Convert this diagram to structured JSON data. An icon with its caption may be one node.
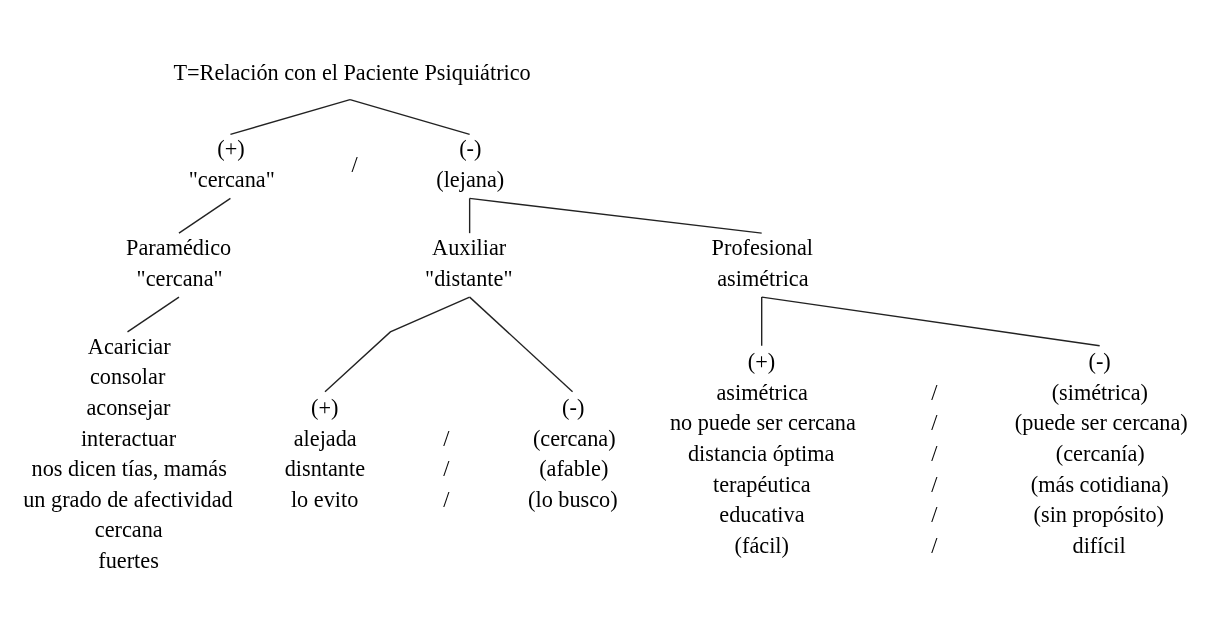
{
  "diagram": {
    "nodes": [
      {
        "text": [
          "T=Relación con el Paciente Psiquiátrico"
        ]
      },
      {
        "text": [
          "(+)",
          "\"cercana\""
        ]
      },
      {
        "text": [
          "Paramédico",
          "\"cercana\""
        ]
      },
      {
        "text": [
          "Acariciar",
          "consolar",
          "aconsejar",
          "interactuar",
          "nos dicen tías, mamás",
          "un grado de afectividad",
          "cercana",
          "fuertes"
        ]
      },
      {
        "text": [
          "(-)",
          "(lejana)"
        ]
      },
      {
        "text": [
          "Auxiliar",
          "\"distante\""
        ]
      },
      {
        "text": [
          "Profesional",
          "asimétrica"
        ]
      },
      {
        "text": [
          "(+)",
          "alejada",
          "disntante",
          "lo evito"
        ]
      },
      {
        "text": [
          "(-)",
          "(cercana)",
          "(afable)",
          "(lo busco)"
        ]
      },
      {
        "text": [
          "(+)",
          "asimétrica",
          "no puede ser cercana",
          "distancia óptima",
          "terapéutica",
          "educativa",
          "(fácil)"
        ]
      },
      {
        "text": [
          "(-)",
          "(simétrica)",
          "(puede ser cercana)",
          "(cercanía)",
          "(más cotidiana)",
          "(sin propósito)",
          "difícil"
        ]
      }
    ],
    "edges": [
      {
        "from": 0,
        "to": 1,
        "arrow": "none"
      },
      {
        "from": 0,
        "to": 4,
        "arrow": "none"
      },
      {
        "from": 1,
        "to": 2,
        "arrow": "none"
      },
      {
        "from": 2,
        "to": 3,
        "arrow": "none"
      },
      {
        "from": 4,
        "to": 5,
        "arrow": "none"
      },
      {
        "from": 4,
        "to": 6,
        "arrow": "none"
      },
      {
        "from": 5,
        "to": 7,
        "arrow": "none"
      },
      {
        "from": 5,
        "to": 8,
        "arrow": "none"
      },
      {
        "from": 6,
        "to": 9,
        "arrow": "none"
      },
      {
        "from": 6,
        "to": 10,
        "arrow": "none"
      }
    ],
    "labels": [
      "/",
      "/",
      "/",
      "/",
      "/",
      "/",
      "/",
      "/",
      "/",
      "/"
    ]
  }
}
